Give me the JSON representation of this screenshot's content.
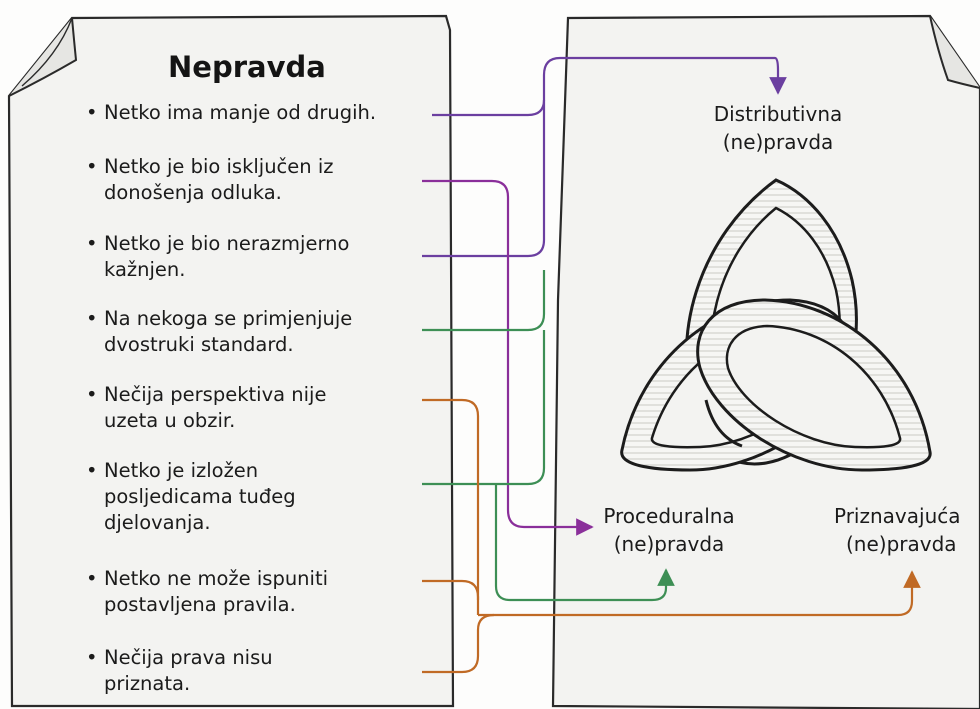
{
  "left_panel": {
    "title": "Nepravda",
    "items": [
      "Netko ima manje od drugih.",
      "Netko je bio isključen iz\ndonošenja odluka.",
      "Netko je bio nerazmjerno\nkažnjen.",
      "Na nekoga se primjenjuje\ndvostruki standard.",
      "Nečija perspektiva nije\nuzeta u obzir.",
      "Netko je izložen\nposljedicama tuđeg\ndjelovanja.",
      "Netko ne može ispuniti\npostavljena pravila.",
      "Nečija prava nisu\npriznata."
    ]
  },
  "right_panel": {
    "distributive": {
      "line1": "Distributivna",
      "line2": "(ne)pravda"
    },
    "procedural": {
      "line1": "Proceduralna",
      "line2": "(ne)pravda"
    },
    "recognition": {
      "line1": "Priznavajuća",
      "line2": "(ne)pravda"
    }
  },
  "colors": {
    "distributive_arrow": "#6b3fa0",
    "procedural_arrow": "#8a2f9a",
    "green_arrow": "#3d8f55",
    "orange_arrow": "#c06a25",
    "paper": "#f3f3f1",
    "ink": "#1b1b1b"
  },
  "icons": [
    "triquetra-knot-icon",
    "bullet-dot-icon",
    "arrowhead-icon"
  ]
}
